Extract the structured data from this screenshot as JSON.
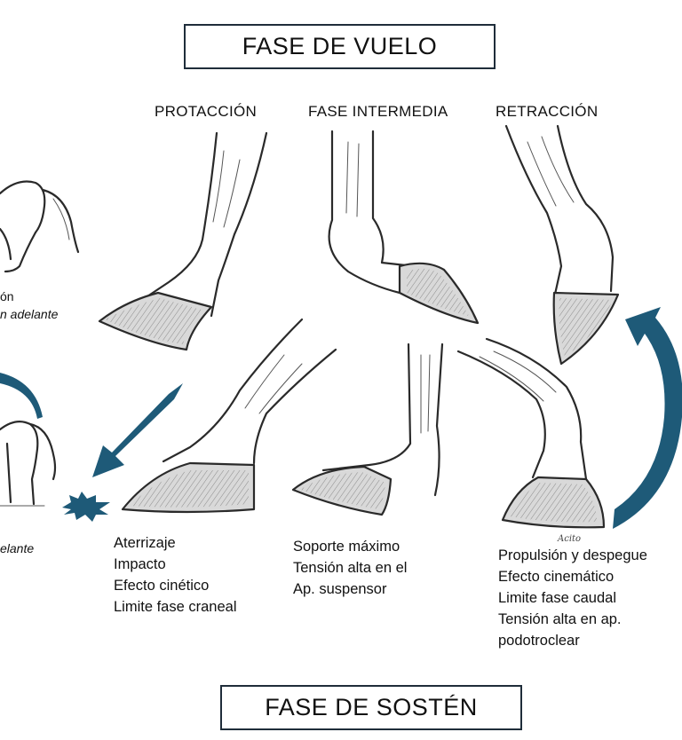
{
  "titles": {
    "top": "FASE DE VUELO",
    "bottom": "FASE DE SOSTÉN"
  },
  "columns": [
    {
      "label": "PROTACCIÓN"
    },
    {
      "label": "FASE INTERMEDIA"
    },
    {
      "label": "RETRACCIÓN"
    }
  ],
  "left_edge": {
    "line1": "ón",
    "line2": "n adelante",
    "line3": "elante"
  },
  "support_phases": {
    "landing": [
      "Aterrizaje",
      "Impacto",
      "Efecto cinético",
      "Limite fase craneal"
    ],
    "middle": [
      "Soporte máximo",
      "Tensión alta en el",
      "Ap. suspensor"
    ],
    "propulsion": [
      "Propulsión y despegue",
      "Efecto cinemático",
      "Limite fase caudal",
      "Tensión alta en ap.",
      "podotroclear"
    ]
  },
  "colors": {
    "arrow": "#1e5a78",
    "box_border": "#1f2d3a",
    "ink": "#2a2a2a"
  },
  "icons": [
    "landing-arrow-icon",
    "impact-burst-icon",
    "cycle-arrow-icon"
  ]
}
